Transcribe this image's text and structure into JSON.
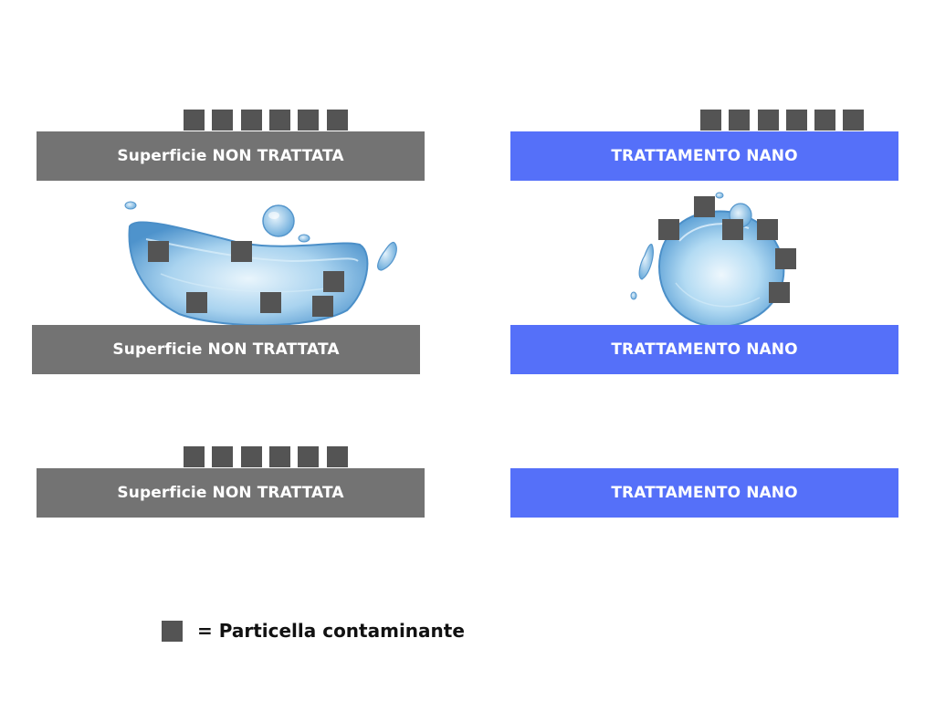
{
  "panels": {
    "untreated_label": "Superficie NON TRATTATA",
    "treated_label": "TRATTAMENTO NANO"
  },
  "legend": {
    "label": "= Particella contaminante"
  },
  "colors": {
    "untreated_surface": "#737373",
    "treated_surface": "#5570f9",
    "particle": "#545454",
    "water": "#6aa9d8"
  }
}
